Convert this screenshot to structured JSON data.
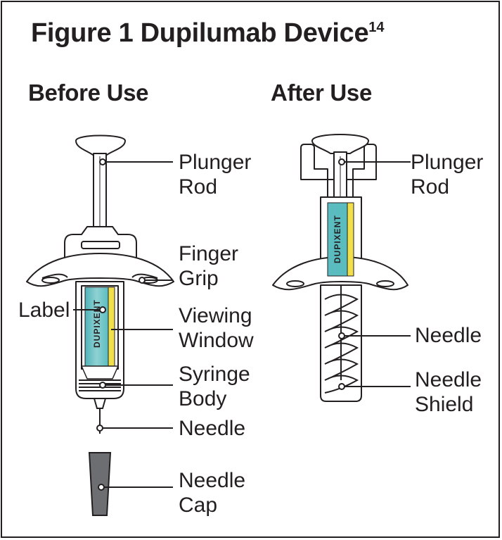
{
  "title": {
    "text": "Figure 1  Dupilumab Device",
    "superscript": "14"
  },
  "before": {
    "heading": "Before Use",
    "labels": {
      "plunger_rod": [
        "Plunger",
        "Rod"
      ],
      "finger_grip": [
        "Finger",
        "Grip"
      ],
      "label": [
        "Label"
      ],
      "viewing_window": [
        "Viewing",
        "Window"
      ],
      "syringe_body": [
        "Syringe",
        "Body"
      ],
      "needle": [
        "Needle"
      ],
      "needle_cap": [
        "Needle",
        "Cap"
      ]
    },
    "brand": "DUPIXENT"
  },
  "after": {
    "heading": "After Use",
    "labels": {
      "plunger_rod": [
        "Plunger",
        "Rod"
      ],
      "needle": [
        "Needle"
      ],
      "needle_shield": [
        "Needle",
        "Shield"
      ]
    },
    "brand": "DUPIXENT"
  },
  "colors": {
    "label_teal": "#5bbcc0",
    "window_yellow": "#f2e04a",
    "cap_gray": "#6d6e71",
    "line": "#231f20"
  }
}
